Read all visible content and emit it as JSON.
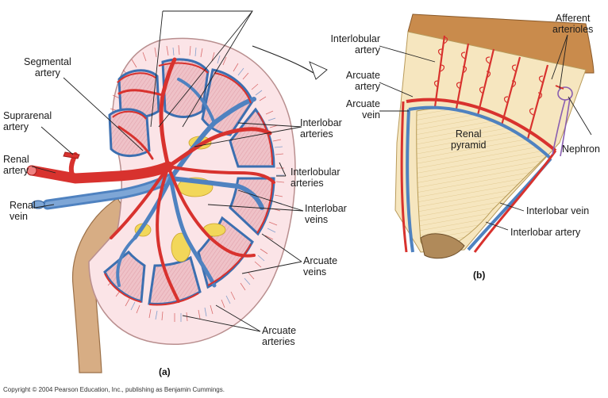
{
  "labels": {
    "segmental_artery": "Segmental\nartery",
    "suprarenal_artery": "Suprarenal\nartery",
    "renal_artery": "Renal\nartery",
    "renal_vein": "Renal\nvein",
    "interlobar_arteries": "Interlobar\narteries",
    "interlobular_arteries": "Interlobular\narteries",
    "interlobar_veins": "Interlobar\nveins",
    "arcuate_veins": "Arcuate\nveins",
    "arcuate_arteries": "Arcuate\narteries",
    "interlobular_artery": "Interlobular\nartery",
    "arcuate_artery": "Arcuate\nartery",
    "arcuate_vein": "Arcuate\nvein",
    "renal_pyramid": "Renal\npyramid",
    "afferent_arterioles": "Afferent\narterioles",
    "nephron": "Nephron",
    "interlobar_vein": "Interlobar vein",
    "interlobar_artery": "Interlobar artery"
  },
  "panels": {
    "a": "(a)",
    "b": "(b)"
  },
  "copyright": "Copyright © 2004 Pearson Education, Inc., publishing as Benjamin Cummings.",
  "colors": {
    "artery": "#d8322e",
    "vein": "#4f82c0",
    "cortex": "#fbe9ea",
    "pyramid": "#efbfc6",
    "fat": "#f1d85a",
    "capsule": "#c08a4a",
    "ureter": "#cfa37a"
  }
}
